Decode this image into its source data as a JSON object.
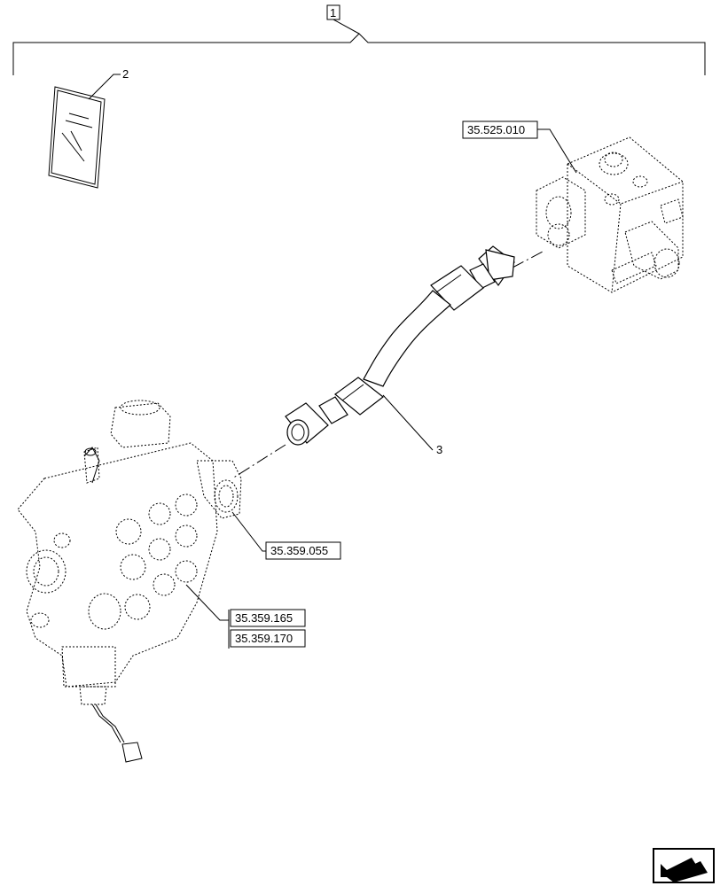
{
  "diagram": {
    "kit_item": "1",
    "manual_item": "2",
    "hose_item": "3",
    "references": {
      "valve_block": "35.525.010",
      "fitting": "35.359.055",
      "control_valve_a": "35.359.165",
      "control_valve_b": "35.359.170"
    },
    "nav_icon": "next-page-arrow-icon"
  }
}
